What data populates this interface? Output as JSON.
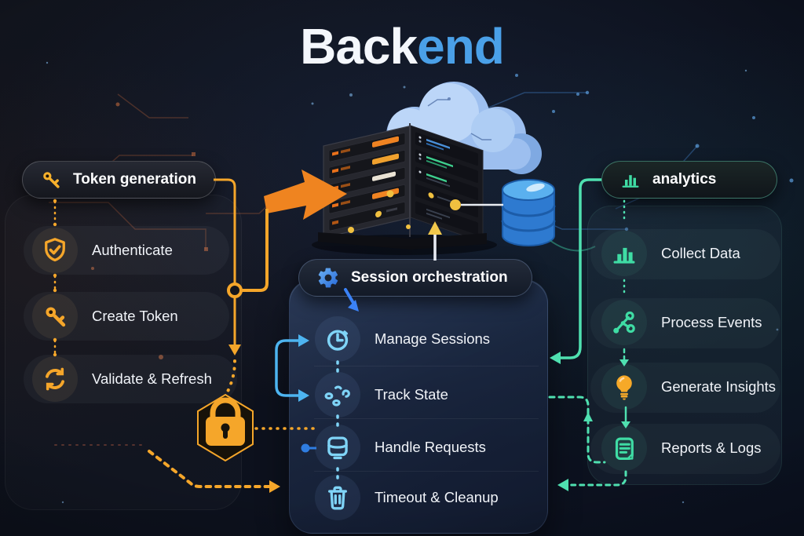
{
  "title": {
    "text": "Backend",
    "part1": "Back",
    "part2": "end"
  },
  "hero": {
    "illustration": "cloud-server-database",
    "arrow": "orange-flow-arrow"
  },
  "groups": {
    "token": {
      "header": "Token generation",
      "header_icon": "key-icon",
      "accent": "#f5a62a",
      "items": [
        {
          "label": "Authenticate",
          "icon": "shield-check-icon"
        },
        {
          "label": "Create Token",
          "icon": "key-icon"
        },
        {
          "label": "Validate & Refresh",
          "icon": "refresh-icon"
        }
      ]
    },
    "session": {
      "header": "Session orchestration",
      "header_icon": "gear-icon",
      "accent": "#4db4f0",
      "items": [
        {
          "label": "Manage Sessions",
          "icon": "timer-icon"
        },
        {
          "label": "Track State",
          "icon": "state-scatter-icon"
        },
        {
          "label": "Handle Requests",
          "icon": "request-box-icon"
        },
        {
          "label": "Timeout & Cleanup",
          "icon": "trash-icon"
        }
      ]
    },
    "analytics": {
      "header": "analytics",
      "header_icon": "bar-chart-icon",
      "accent": "#3fdca4",
      "items": [
        {
          "label": "Collect Data",
          "icon": "bar-chart-icon"
        },
        {
          "label": "Process Events",
          "icon": "node-graph-icon"
        },
        {
          "label": "Generate Insights",
          "icon": "lightbulb-icon"
        },
        {
          "label": "Reports & Logs",
          "icon": "report-icon"
        }
      ]
    }
  },
  "security": {
    "icon": "padlock-icon"
  },
  "colors": {
    "background": "#0d1220",
    "title_primary": "#f4f7fc",
    "title_accent": "#4aa0e8",
    "orange": "#f5a62a",
    "orange_deep": "#ef7f1e",
    "blue": "#4db4f0",
    "light_blue": "#7fd4f7",
    "teal": "#3fdca4",
    "cloud": "#9dbfef",
    "database": "#2e7ad0"
  }
}
